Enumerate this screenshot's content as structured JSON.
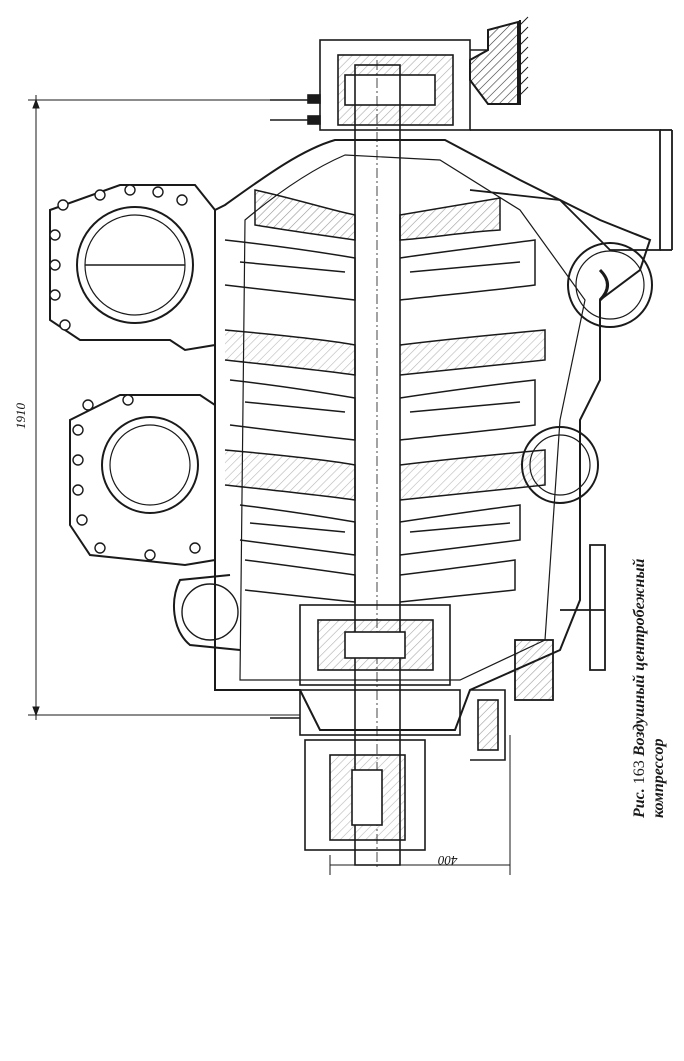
{
  "figure": {
    "dimension_overall": "1910",
    "dimension_end": "400",
    "caption": {
      "label": "Рис.",
      "number": "163",
      "title": "Воздушный центробежный",
      "title_line2": "компрессор"
    }
  },
  "palette": {
    "ink": "#1a1a1a",
    "paper": "#ffffff",
    "hatch": "#444444"
  }
}
